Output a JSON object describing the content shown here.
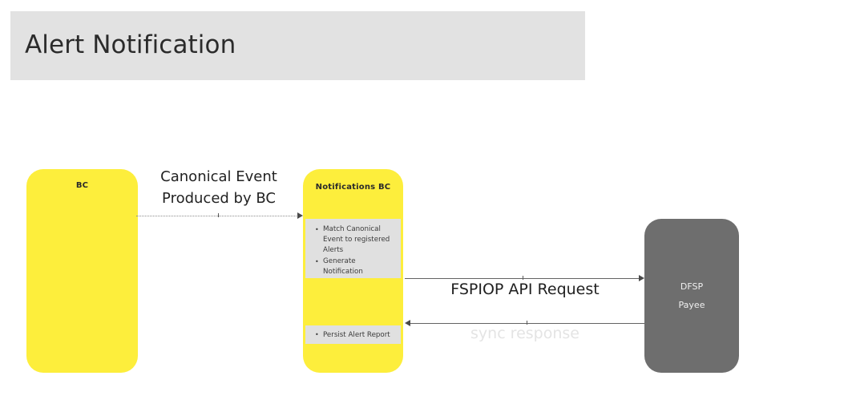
{
  "header": {
    "title": "Alert Notification",
    "band_color": "#e2e2e2",
    "title_color": "#2b2b2b"
  },
  "diagram": {
    "type": "sequence-diagram",
    "actors": [
      {
        "id": "bc",
        "label": "BC",
        "color": "#fdee3c",
        "shape": "rounded-rect"
      },
      {
        "id": "notifications-bc",
        "label": "Notifications BC",
        "color": "#fdee3c",
        "shape": "rounded-rect"
      },
      {
        "id": "dfsp",
        "label_line1": "DFSP",
        "label_line2": "Payee",
        "color": "#6e6e6e",
        "shape": "rounded-rect"
      }
    ],
    "notes": [
      {
        "id": "note-match",
        "owner": "notifications-bc",
        "color": "#e0e0e0",
        "items": [
          "Match Canonical Event to registered Alerts",
          "Generate Notification"
        ]
      },
      {
        "id": "note-persist",
        "owner": "notifications-bc",
        "color": "#e0e0e0",
        "items": [
          "Persist Alert Report"
        ]
      }
    ],
    "messages": [
      {
        "id": "msg-canonical",
        "label": "Canonical Event\nProduced by BC",
        "from": "bc",
        "to": "notifications-bc",
        "style": "dotted",
        "direction": "right",
        "label_color": "#222222"
      },
      {
        "id": "msg-fspiop",
        "label": "FSPIOP API Request",
        "from": "notifications-bc",
        "to": "dfsp",
        "style": "solid",
        "direction": "right",
        "label_color": "#1f1f1f"
      },
      {
        "id": "msg-sync",
        "label": "sync response",
        "from": "dfsp",
        "to": "notifications-bc",
        "style": "solid",
        "direction": "left",
        "label_color": "#e4e4e4"
      }
    ]
  }
}
